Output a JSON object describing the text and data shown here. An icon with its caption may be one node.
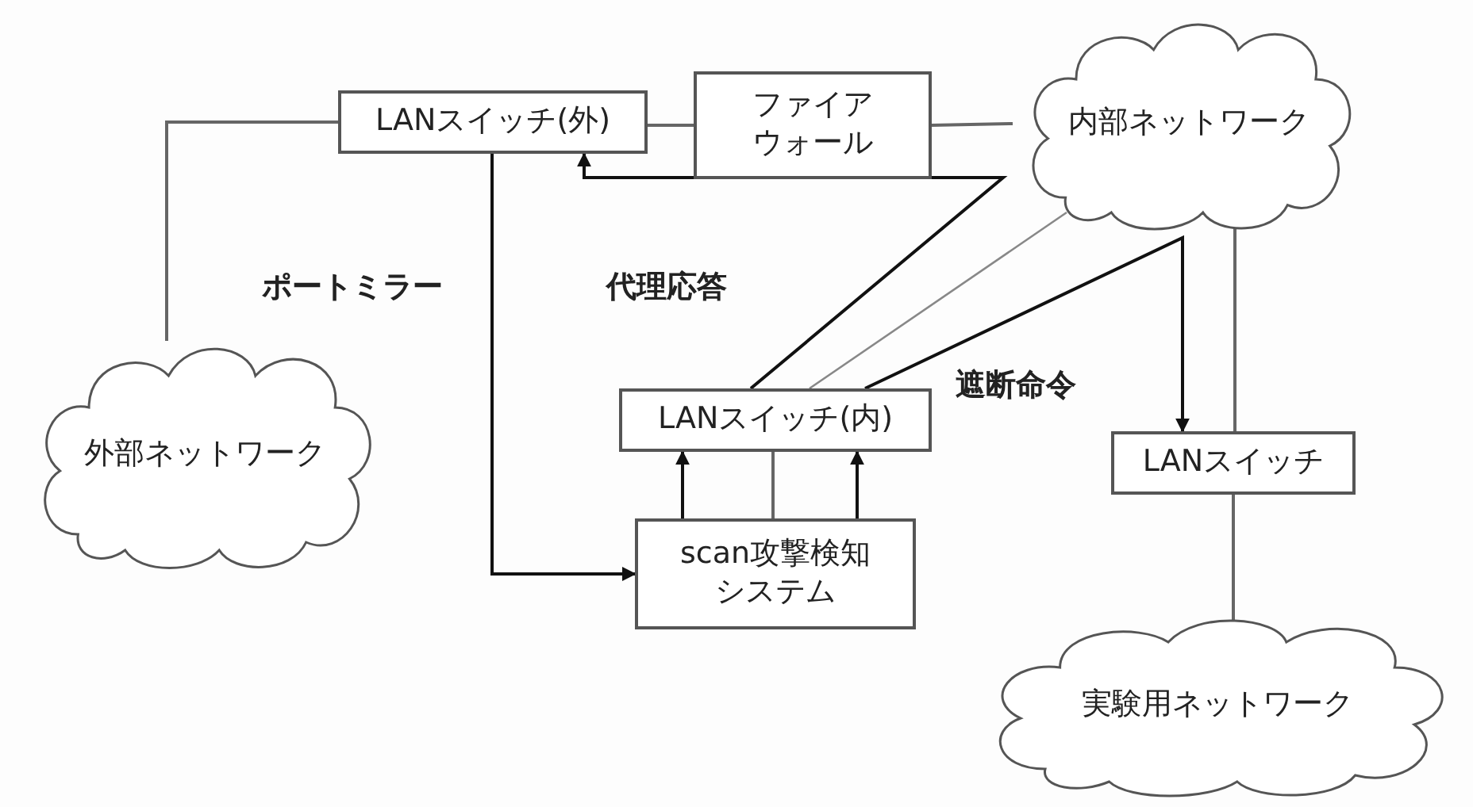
{
  "diagram": {
    "nodes": [
      {
        "text": [
          "LANスイッチ(外)"
        ]
      },
      {
        "text": [
          "ファイアウォール"
        ]
      },
      {
        "text": [
          "内部ネットワーク"
        ]
      },
      {
        "text": [
          "外部ネットワーク"
        ]
      },
      {
        "text": [
          "LANスイッチ(内)"
        ]
      },
      {
        "text": [
          "LANスイッチ"
        ]
      },
      {
        "text": [
          "scan攻撃検知システム"
        ]
      },
      {
        "text": [
          "実験用ネットワーク"
        ]
      }
    ],
    "edges": [
      {
        "from": 0,
        "to": 3,
        "arrow": "none"
      },
      {
        "from": 0,
        "to": 1,
        "arrow": "none"
      },
      {
        "from": 1,
        "to": 2,
        "arrow": "none"
      },
      {
        "from": 0,
        "to": 6,
        "arrow": "to",
        "label": "ポートミラー"
      },
      {
        "from": 4,
        "to": 0,
        "arrow": "to",
        "label": "代理応答"
      },
      {
        "from": 4,
        "to": 2,
        "arrow": "none",
        "color": "#888888"
      },
      {
        "from": 4,
        "to": 5,
        "arrow": "to",
        "label": "遮断命令"
      },
      {
        "from": 6,
        "to": 4,
        "arrow": "to"
      },
      {
        "from": 6,
        "to": 4,
        "arrow": "none"
      },
      {
        "from": 6,
        "to": 4,
        "arrow": "to"
      },
      {
        "from": 2,
        "to": 5,
        "arrow": "none"
      },
      {
        "from": 5,
        "to": 7,
        "arrow": "none"
      }
    ]
  }
}
